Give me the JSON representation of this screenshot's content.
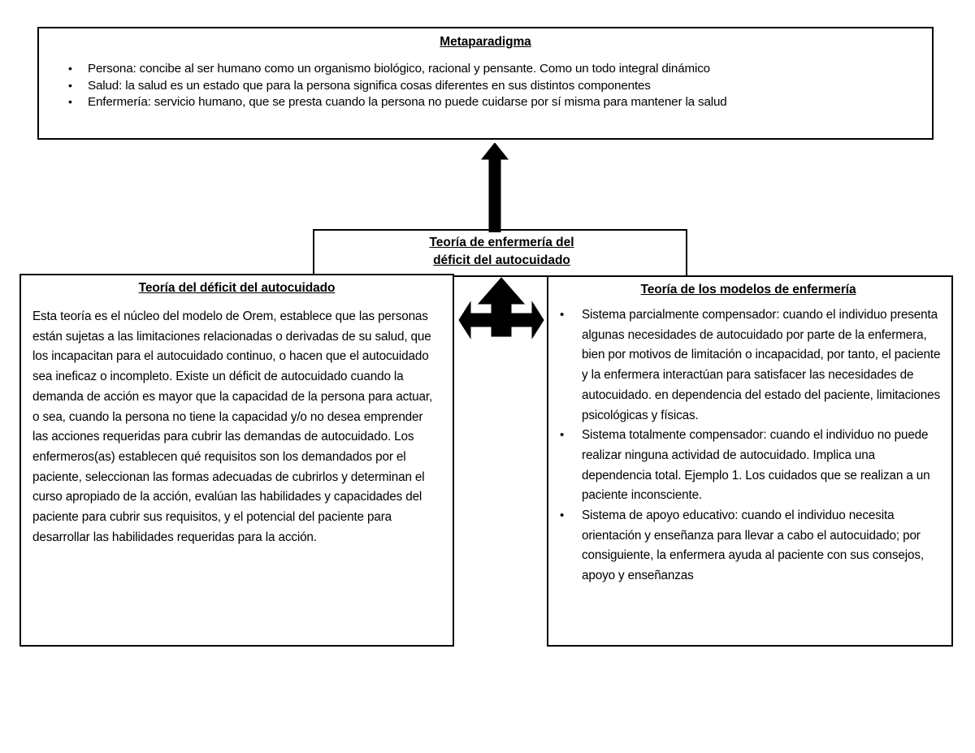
{
  "diagram": {
    "title": "Teoría de enfermería del déficit del autocuidado",
    "metaparadigma": {
      "heading": "Metaparadigma ",
      "bullets": [
        "Persona: concibe al ser humano como un organismo biológico, racional y pensante. Como un todo integral dinámico",
        "Salud: la salud es un estado que para la persona significa cosas diferentes en sus distintos componentes",
        "Enfermería: servicio humano, que se presta cuando la persona no puede cuidarse por sí misma para mantener la salud"
      ]
    },
    "central": {
      "line1": "Teoría de enfermería del",
      "line2": "déficit del autocuidado"
    },
    "left_box": {
      "heading": "Teoría del déficit del autocuidado",
      "body": "Esta teoría es el núcleo del modelo de Orem, establece que las personas están sujetas a las limitaciones relacionadas o derivadas de su salud, que los incapacitan para el autocuidado continuo, o hacen que el autocuidado sea ineficaz o incompleto. Existe un déficit de autocuidado cuando la demanda de acción es mayor que la capacidad de la persona para actuar, o sea, cuando la persona no tiene la capacidad y/o no desea emprender las acciones requeridas para cubrir las demandas de autocuidado. Los enfermeros(as) establecen qué requisitos son los demandados por el paciente, seleccionan las formas adecuadas de cubrirlos y determinan el curso apropiado de la acción, evalúan las habilidades y capacidades del paciente para cubrir sus requisitos, y el potencial del paciente para desarrollar las habilidades requeridas para la acción."
    },
    "right_box": {
      "heading": "Teoría de los modelos de enfermería",
      "bullets": [
        "Sistema parcialmente compensador: cuando el individuo presenta algunas necesidades de autocuidado por parte de la enfermera, bien por motivos de limitación o incapacidad, por tanto, el paciente y la enfermera interactúan para satisfacer las necesidades de autocuidado. en dependencia del estado del paciente, limitaciones psicológicas y físicas.",
        "Sistema totalmente compensador: cuando el individuo no puede realizar ninguna actividad de autocuidado. Implica una dependencia total. Ejemplo 1. Los cuidados que se realizan a un paciente inconsciente.",
        "Sistema de apoyo educativo: cuando el individuo necesita orientación y enseñanza para llevar a cabo el autocuidado; por consiguiente, la enfermera ayuda al paciente con sus consejos, apoyo y enseñanzas"
      ]
    },
    "connectors": {
      "up_arrow_label": "arrow-up-to-metaparadigma",
      "three_way_arrow_label": "arrow-three-way-down-split"
    },
    "colors": {
      "stroke": "#000000",
      "fill": "#ffffff",
      "text": "#000000"
    }
  }
}
